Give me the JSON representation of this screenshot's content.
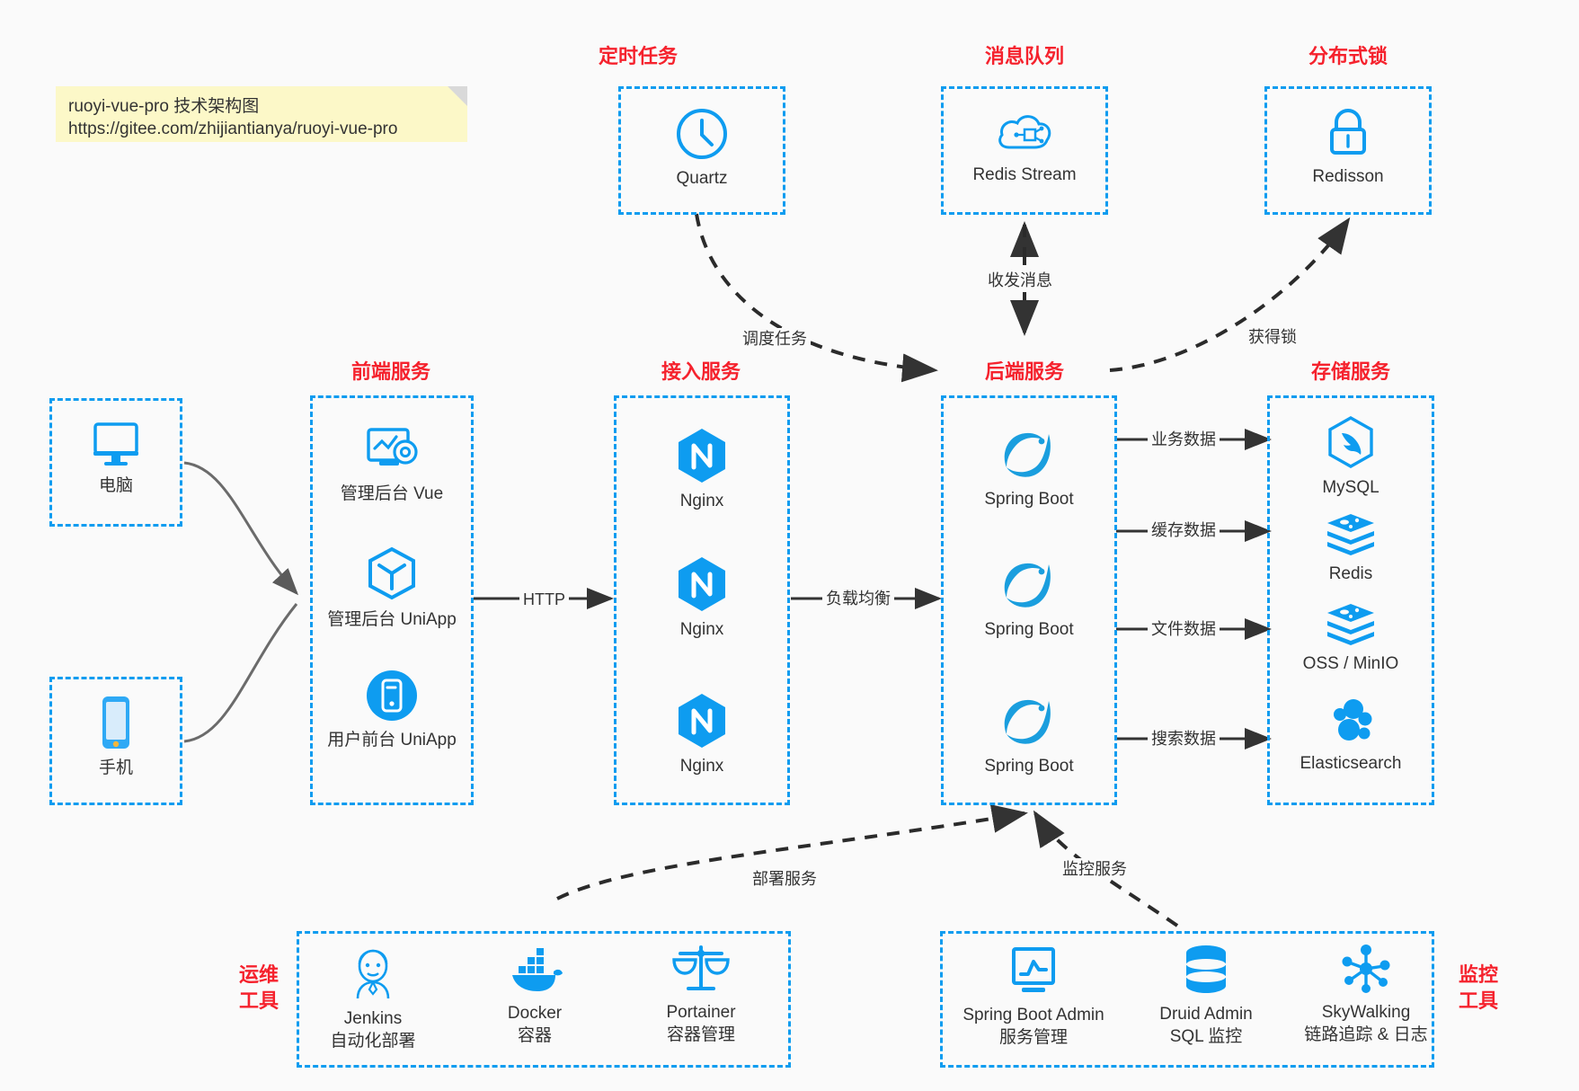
{
  "note": {
    "line1": "ruoyi-vue-pro 技术架构图",
    "line2": "https://gitee.com/zhijiantianya/ruoyi-vue-pro"
  },
  "colors": {
    "accent_blue": "#0e9cf0",
    "title_red": "#f5222d",
    "text_dark": "#333333",
    "background": "#fafafa",
    "note_yellow": "#fcf8c8",
    "arrow_dark": "#333333"
  },
  "groups": {
    "scheduled_task": {
      "title": "定时任务"
    },
    "message_queue": {
      "title": "消息队列"
    },
    "distributed_lock": {
      "title": "分布式锁"
    },
    "frontend": {
      "title": "前端服务"
    },
    "gateway": {
      "title": "接入服务"
    },
    "backend": {
      "title": "后端服务"
    },
    "storage": {
      "title": "存储服务"
    },
    "devops": {
      "title_line1": "运维",
      "title_line2": "工具"
    },
    "monitoring": {
      "title_line1": "监控",
      "title_line2": "工具"
    }
  },
  "clients": [
    {
      "label": "电脑",
      "icon": "desktop-monitor-icon"
    },
    {
      "label": "手机",
      "icon": "mobile-phone-icon"
    }
  ],
  "scheduled_task_items": [
    {
      "label": "Quartz",
      "icon": "clock-icon"
    }
  ],
  "message_queue_items": [
    {
      "label": "Redis Stream",
      "icon": "cloud-stream-icon"
    }
  ],
  "distributed_lock_items": [
    {
      "label": "Redisson",
      "icon": "lock-icon"
    }
  ],
  "frontend_items": [
    {
      "label": "管理后台 Vue",
      "icon": "dashboard-gear-icon"
    },
    {
      "label": "管理后台 UniApp",
      "icon": "hexagon-cube-icon"
    },
    {
      "label": "用户前台 UniApp",
      "icon": "mobile-circle-icon"
    }
  ],
  "gateway_items": [
    {
      "label": "Nginx",
      "icon": "nginx-icon"
    },
    {
      "label": "Nginx",
      "icon": "nginx-icon"
    },
    {
      "label": "Nginx",
      "icon": "nginx-icon"
    }
  ],
  "backend_items": [
    {
      "label": "Spring Boot",
      "icon": "spring-leaf-icon"
    },
    {
      "label": "Spring Boot",
      "icon": "spring-leaf-icon"
    },
    {
      "label": "Spring Boot",
      "icon": "spring-leaf-icon"
    }
  ],
  "storage_items": [
    {
      "label": "MySQL",
      "icon": "mysql-dolphin-icon"
    },
    {
      "label": "Redis",
      "icon": "redis-stack-icon"
    },
    {
      "label": "OSS / MinIO",
      "icon": "redis-stack-icon"
    },
    {
      "label": "Elasticsearch",
      "icon": "elasticsearch-icon"
    }
  ],
  "devops_items": [
    {
      "label": "Jenkins",
      "sublabel": "自动化部署",
      "icon": "jenkins-butler-icon"
    },
    {
      "label": "Docker",
      "sublabel": "容器",
      "icon": "docker-whale-icon"
    },
    {
      "label": "Portainer",
      "sublabel": "容器管理",
      "icon": "scales-icon"
    }
  ],
  "monitoring_items": [
    {
      "label": "Spring Boot Admin",
      "sublabel": "服务管理",
      "icon": "monitor-chart-icon"
    },
    {
      "label": "Druid Admin",
      "sublabel": "SQL 监控",
      "icon": "database-cylinder-icon"
    },
    {
      "label": "SkyWalking",
      "sublabel": "链路追踪 & 日志",
      "icon": "network-nodes-icon"
    }
  ],
  "edge_labels": {
    "http": "HTTP",
    "load_balance": "负载均衡",
    "schedule_task": "调度任务",
    "send_receive_message": "收发消息",
    "acquire_lock": "获得锁",
    "business_data": "业务数据",
    "cache_data": "缓存数据",
    "file_data": "文件数据",
    "search_data": "搜索数据",
    "deploy_service": "部署服务",
    "monitor_service": "监控服务"
  }
}
